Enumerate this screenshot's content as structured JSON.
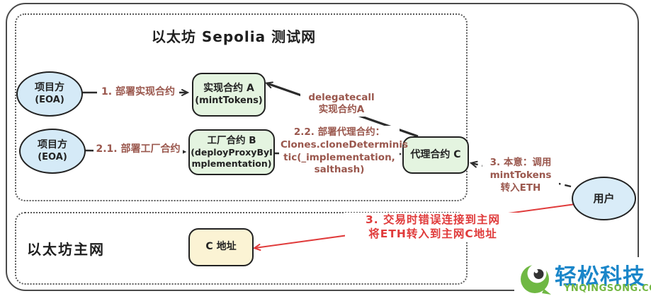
{
  "title": "以太坊 Sepolia 测试网",
  "testnet": {
    "eoa1": {
      "l1": "项目方",
      "l2": "(EOA)"
    },
    "eoa2": {
      "l1": "项目方",
      "l2": "(EOA)"
    },
    "contract_a": {
      "l1": "实现合约 A",
      "l2": "(mintTokens)"
    },
    "contract_b": {
      "l1": "工厂合约 B",
      "l2": "(deployProxyByI",
      "l3": "mplementation)"
    },
    "contract_c": "代理合约 C",
    "edge_deploy_impl": "1. 部署实现合约",
    "edge_deploy_factory": "2.1. 部署工厂合约",
    "edge_deploy_proxy": {
      "l1": "2.2. 部署代理合约：",
      "l2": "Clones.cloneDeterminis",
      "l3": "tic(_implementation,",
      "l4": "salthash)"
    },
    "edge_delegatecall": {
      "l1": "delegatecall",
      "l2": "实现合约A"
    },
    "edge_intent": {
      "l1": "3. 本意：调用",
      "l2": "mintTokens",
      "l3": "转入ETH"
    }
  },
  "mainnet": {
    "label": "以太坊主网",
    "c_address": "C 地址"
  },
  "user": "用户",
  "error_note": {
    "l1": "3. 交易时错误连接到主网",
    "l2": "将ETH转入到主网C地址"
  },
  "logo": {
    "name": "轻松科技",
    "site": "YNQINGSONG.COM"
  },
  "colors": {
    "ink": "#222222",
    "node_blue": "#d5eaf7",
    "node_green": "#e4f4e0",
    "node_yellow": "#fbf3d4",
    "edge_label_brown": "#9a574d",
    "error_red": "#e03b3b",
    "logo_blue": "#1a86c9",
    "logo_green": "#74b742"
  }
}
